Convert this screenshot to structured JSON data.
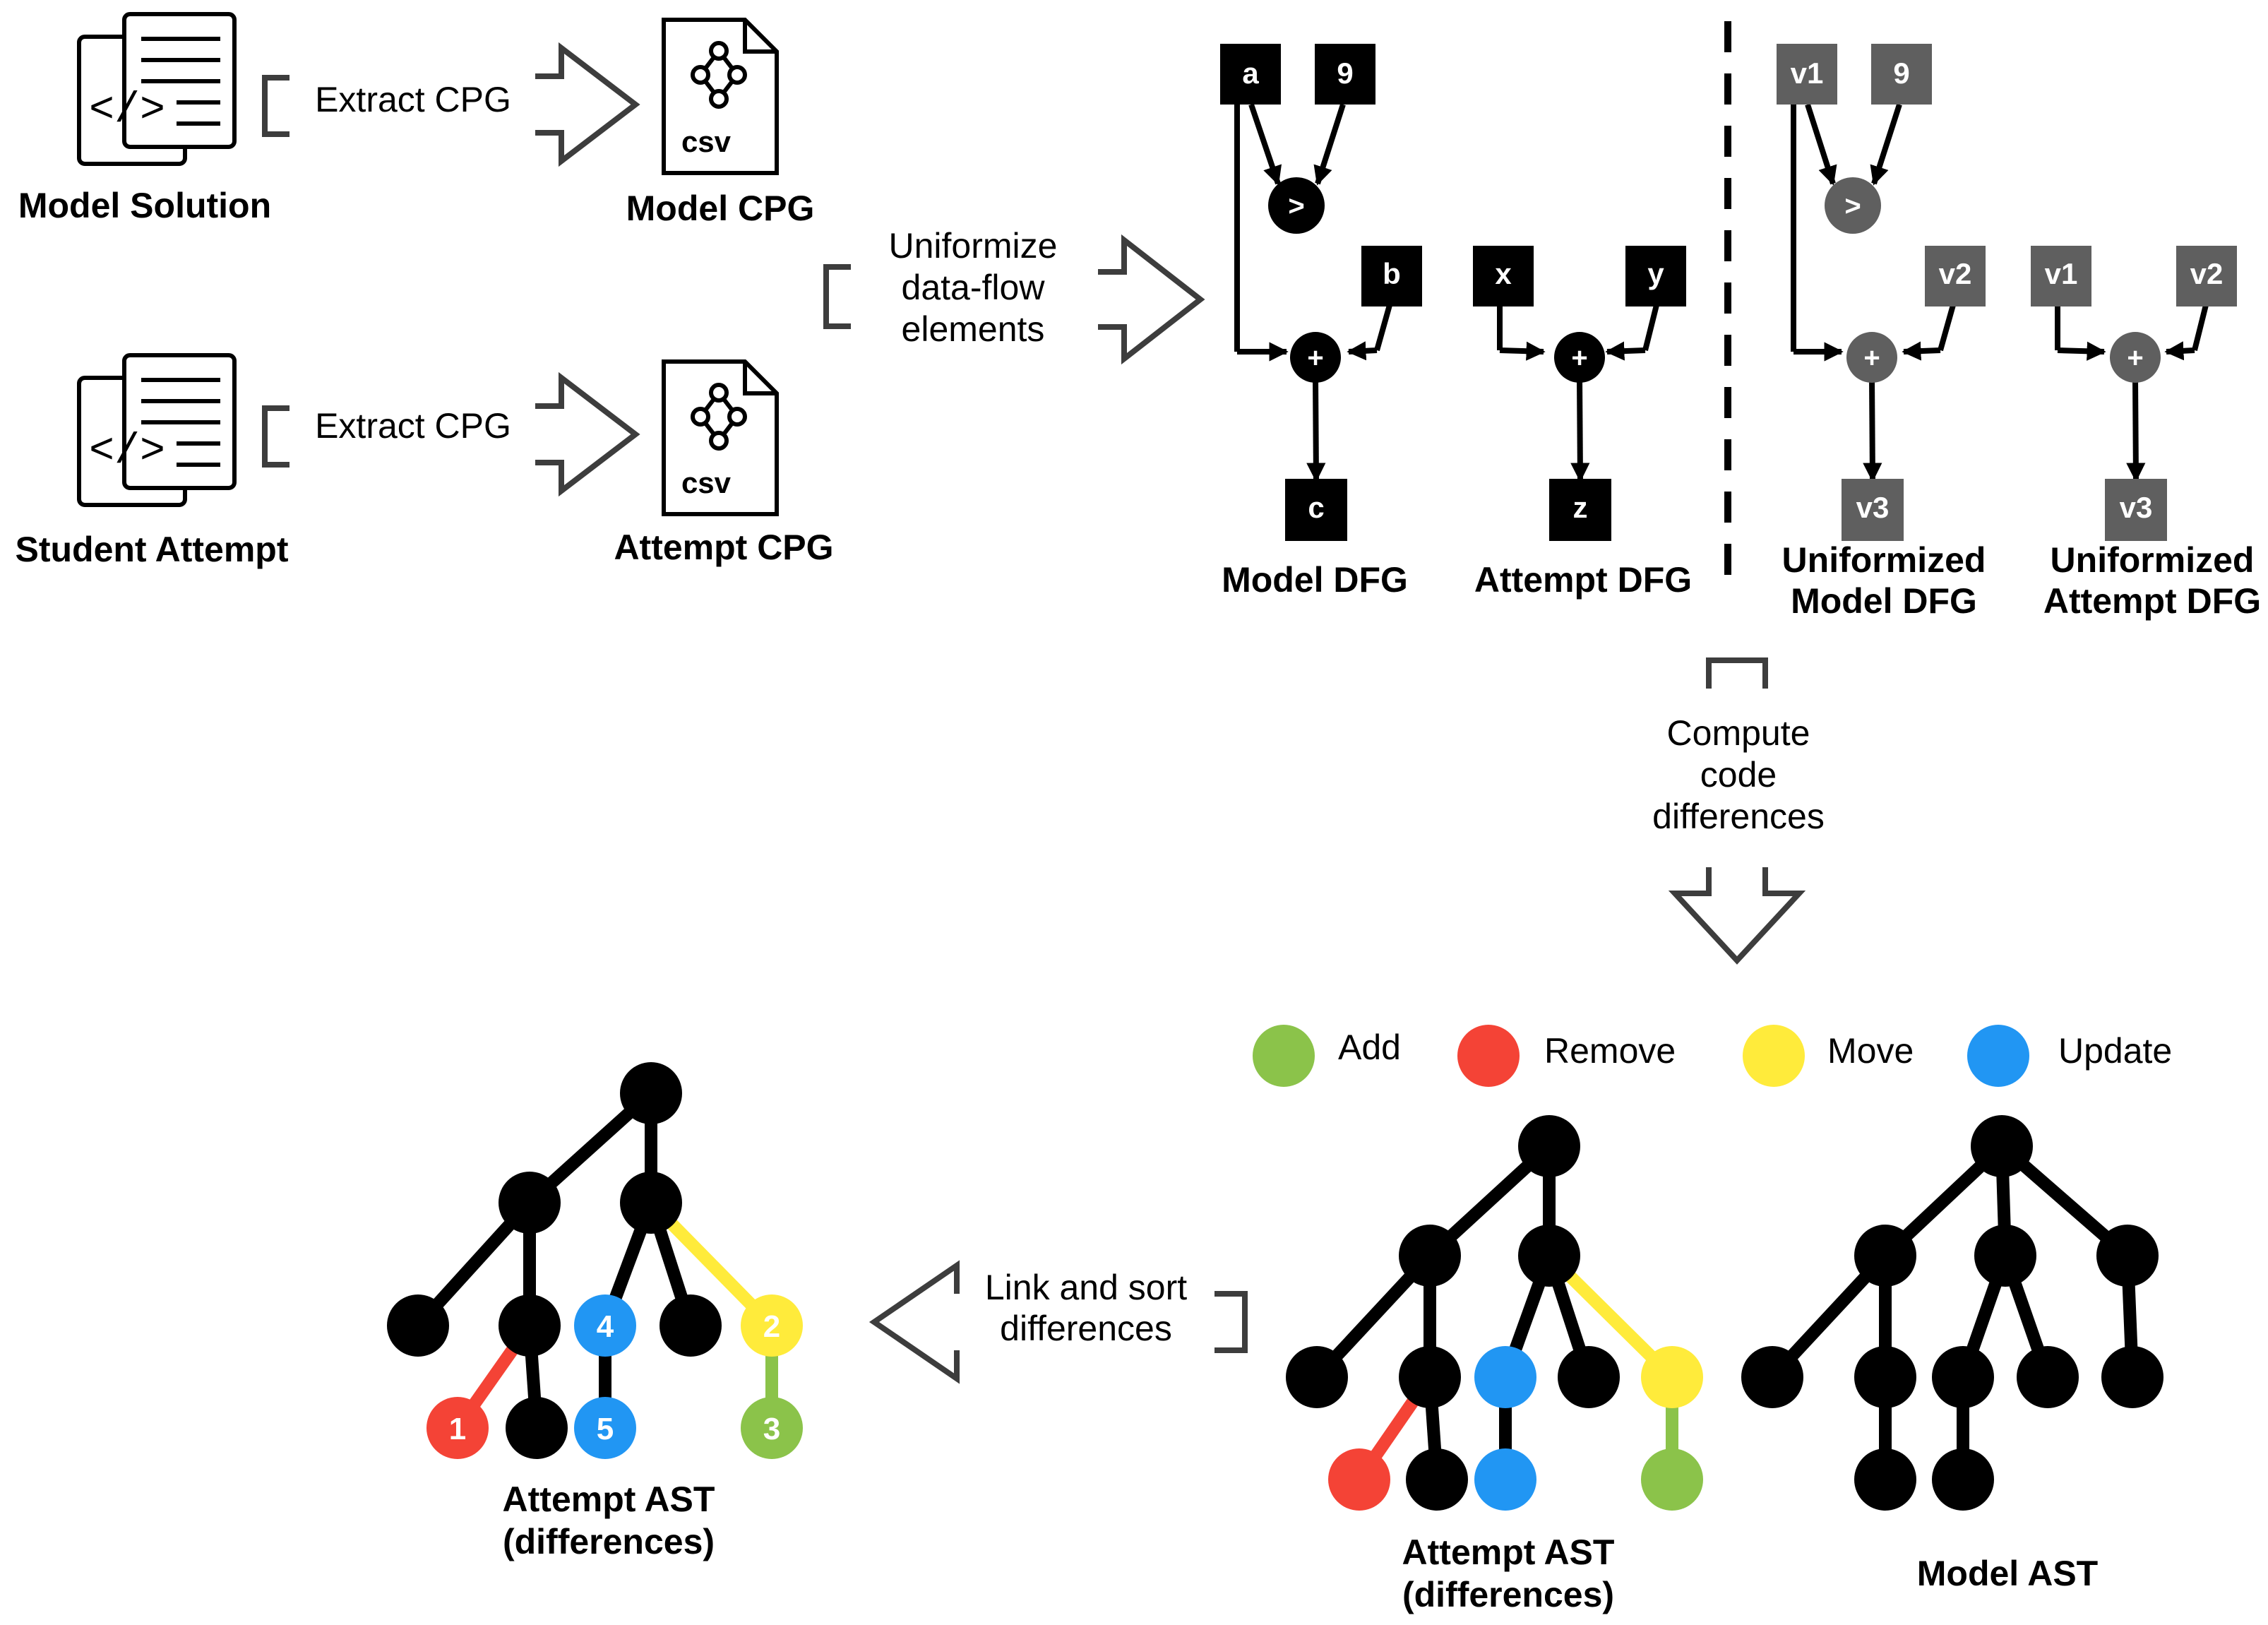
{
  "pipeline": {
    "model_solution_label": "Model Solution",
    "student_attempt_label": "Student Attempt",
    "extract_label_1": "Extract CPG",
    "extract_label_2": "Extract CPG",
    "model_cpg_label": "Model CPG",
    "attempt_cpg_label": "Attempt CPG",
    "csv_text_1": "csv",
    "csv_text_2": "csv",
    "uniformize_lines": [
      "Uniformize",
      "data-flow",
      "elements"
    ],
    "compute_lines": [
      "Compute",
      "code",
      "differences"
    ],
    "link_lines": [
      "Link and sort",
      "differences"
    ]
  },
  "dfg": {
    "model": {
      "title": "Model DFG",
      "in1": "a",
      "in2": "9",
      "cmp": ">",
      "in3": "b",
      "add": "+",
      "out": "c"
    },
    "attempt": {
      "title": "Attempt DFG",
      "in1": "x",
      "in2": "y",
      "add": "+",
      "out": "z"
    },
    "uniform_model": {
      "title_lines": [
        "Uniformized",
        "Model DFG"
      ],
      "in1": "v1",
      "in2": "9",
      "cmp": ">",
      "in3": "v2",
      "add": "+",
      "out": "v3"
    },
    "uniform_attempt": {
      "title_lines": [
        "Uniformized",
        "Attempt DFG"
      ],
      "in1": "v1",
      "in2": "v2",
      "add": "+",
      "out": "v3"
    }
  },
  "legend": [
    {
      "label": "Add",
      "color": "#8bc34a"
    },
    {
      "label": "Remove",
      "color": "#f44336"
    },
    {
      "label": "Move",
      "color": "#ffeb3b"
    },
    {
      "label": "Update",
      "color": "#2196f3"
    }
  ],
  "ast": {
    "attempt_diff_title_lines": [
      "Attempt AST",
      "(differences)"
    ],
    "model_title": "Model AST",
    "sorted_title_lines": [
      "Attempt AST",
      "(differences)"
    ],
    "sorted_numbers": [
      "1",
      "2",
      "3",
      "4",
      "5"
    ]
  },
  "colors": {
    "black": "#000000",
    "gray_node": "#5f5f5f",
    "arrow_outline": "#3d3d3d",
    "add": "#8bc34a",
    "remove": "#f44336",
    "move": "#ffeb3b",
    "update": "#2196f3"
  }
}
